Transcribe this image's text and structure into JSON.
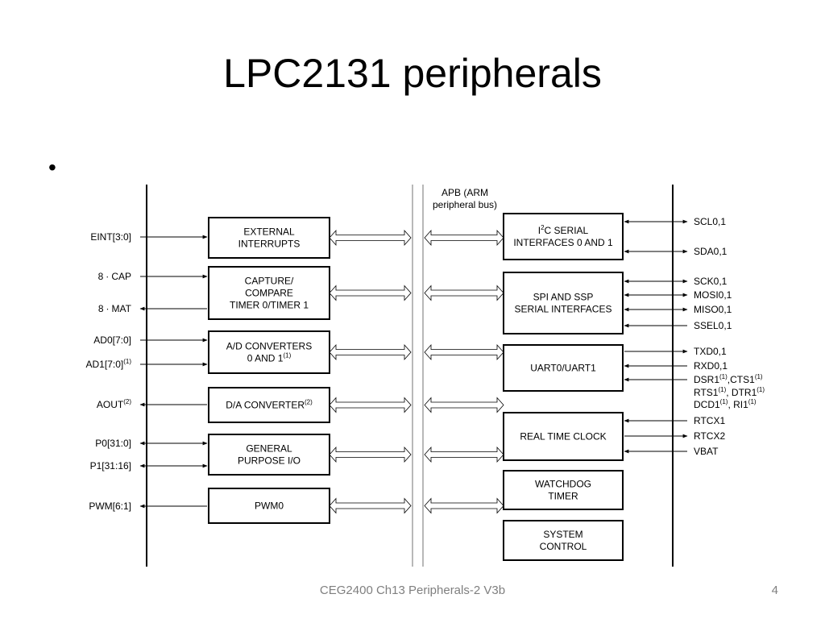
{
  "slide": {
    "title": "LPC2131 peripherals",
    "bullet": "•",
    "footer": "CEG2400 Ch13 Peripherals-2   V3b",
    "page_number": "4"
  },
  "diagram": {
    "bus_label": [
      "APB (ARM",
      "peripheral bus)"
    ],
    "left_blocks": [
      {
        "lines": [
          "EXTERNAL",
          "INTERRUPTS"
        ]
      },
      {
        "lines": [
          "CAPTURE/",
          "COMPARE",
          "TIMER 0/TIMER 1"
        ]
      },
      {
        "lines": [
          "A/D CONVERTERS",
          "0 AND 1"
        ],
        "sup": "(1)"
      },
      {
        "lines": [
          "D/A CONVERTER"
        ],
        "sup": "(2)"
      },
      {
        "lines": [
          "GENERAL",
          "PURPOSE I/O"
        ]
      },
      {
        "lines": [
          "PWM0"
        ]
      }
    ],
    "right_blocks": [
      {
        "lines": [
          "I2C SERIAL",
          "INTERFACES 0 AND 1"
        ]
      },
      {
        "lines": [
          "SPI AND SSP",
          "SERIAL INTERFACES"
        ]
      },
      {
        "lines": [
          "UART0/UART1"
        ]
      },
      {
        "lines": [
          "REAL TIME CLOCK"
        ]
      },
      {
        "lines": [
          "WATCHDOG",
          "TIMER"
        ]
      },
      {
        "lines": [
          "SYSTEM",
          "CONTROL"
        ]
      }
    ],
    "left_signals": [
      {
        "label": "EINT[3:0]",
        "dir": "in"
      },
      {
        "label": "8 ∙ CAP",
        "dir": "in"
      },
      {
        "label": "8 ∙ MAT",
        "dir": "out"
      },
      {
        "label": "AD0[7:0]",
        "dir": "in"
      },
      {
        "label": "AD1[7:0]",
        "sup": "(1)",
        "dir": "in"
      },
      {
        "label": "AOUT",
        "sup": "(2)",
        "dir": "out"
      },
      {
        "label": "P0[31:0]",
        "dir": "bi"
      },
      {
        "label": "P1[31:16]",
        "dir": "bi"
      },
      {
        "label": "PWM[6:1]",
        "dir": "out"
      }
    ],
    "right_signals": [
      {
        "label": "SCL0,1",
        "dir": "bi"
      },
      {
        "label": "SDA0,1",
        "dir": "bi"
      },
      {
        "label": "SCK0,1",
        "dir": "bi"
      },
      {
        "label": "MOSI0,1",
        "dir": "bi"
      },
      {
        "label": "MISO0,1",
        "dir": "bi"
      },
      {
        "label": "SSEL0,1",
        "dir": "in"
      },
      {
        "label": "TXD0,1",
        "dir": "out"
      },
      {
        "label": "RXD0,1",
        "dir": "in"
      },
      {
        "label": "DSR1(1),CTS1(1)",
        "dir": "in"
      },
      {
        "label": "RTS1(1), DTR1(1)",
        "dir": "none"
      },
      {
        "label": "DCD1(1), RI1(1)",
        "dir": "none"
      },
      {
        "label": "RTCX1",
        "dir": "in"
      },
      {
        "label": "RTCX2",
        "dir": "out"
      },
      {
        "label": "VBAT",
        "dir": "in"
      }
    ]
  }
}
